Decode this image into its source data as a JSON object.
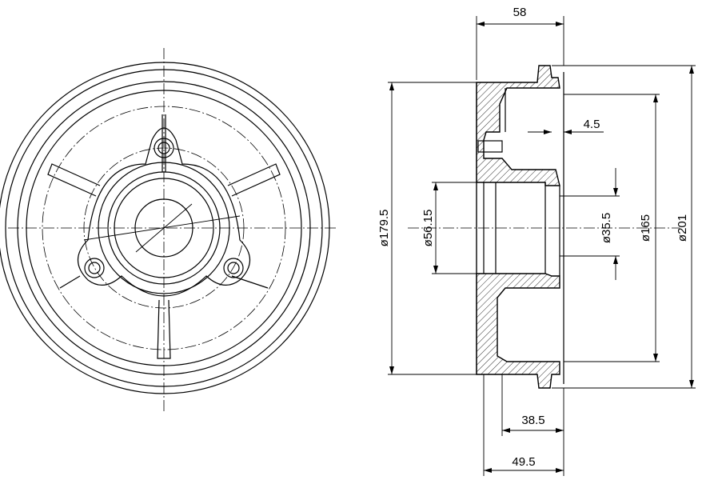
{
  "dimensions": {
    "width_top": "58",
    "groove": "4.5",
    "diameter_drum_outer": "ø179.5",
    "diameter_bore": "ø56.15",
    "diameter_hub": "ø35.5",
    "diameter_braking": "ø165",
    "diameter_overall": "ø201",
    "depth_inner": "38.5",
    "depth_total": "49.5"
  },
  "colors": {
    "line": "#000000",
    "background": "#ffffff"
  }
}
